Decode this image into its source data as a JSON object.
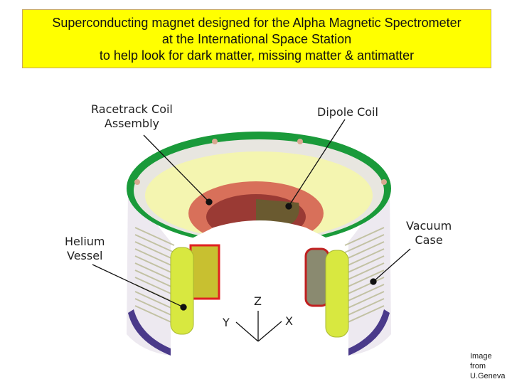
{
  "title": {
    "lines": [
      "Superconducting magnet designed for the Alpha Magnetic Spectrometer",
      "at the International Space Station",
      "to help look for dark matter, missing matter & antimatter"
    ],
    "background": "#ffff00"
  },
  "labels": {
    "racetrack": [
      "Racetrack Coil",
      "Assembly"
    ],
    "dipole": [
      "Dipole Coil"
    ],
    "helium": [
      "Helium",
      "Vessel"
    ],
    "vacuum": [
      "Vacuum",
      "Case"
    ]
  },
  "axes": {
    "z": "Z",
    "y": "Y",
    "x": "X"
  },
  "credit": [
    "Image",
    "from",
    "U.Geneva"
  ],
  "colors": {
    "rim": "#1a9a3a",
    "inner_yellow": "#f4f5b0",
    "coil": "#d8705a",
    "side_panel": "#d8e840",
    "purple_base": "#4a3a8a",
    "red_block": "#e02020"
  }
}
